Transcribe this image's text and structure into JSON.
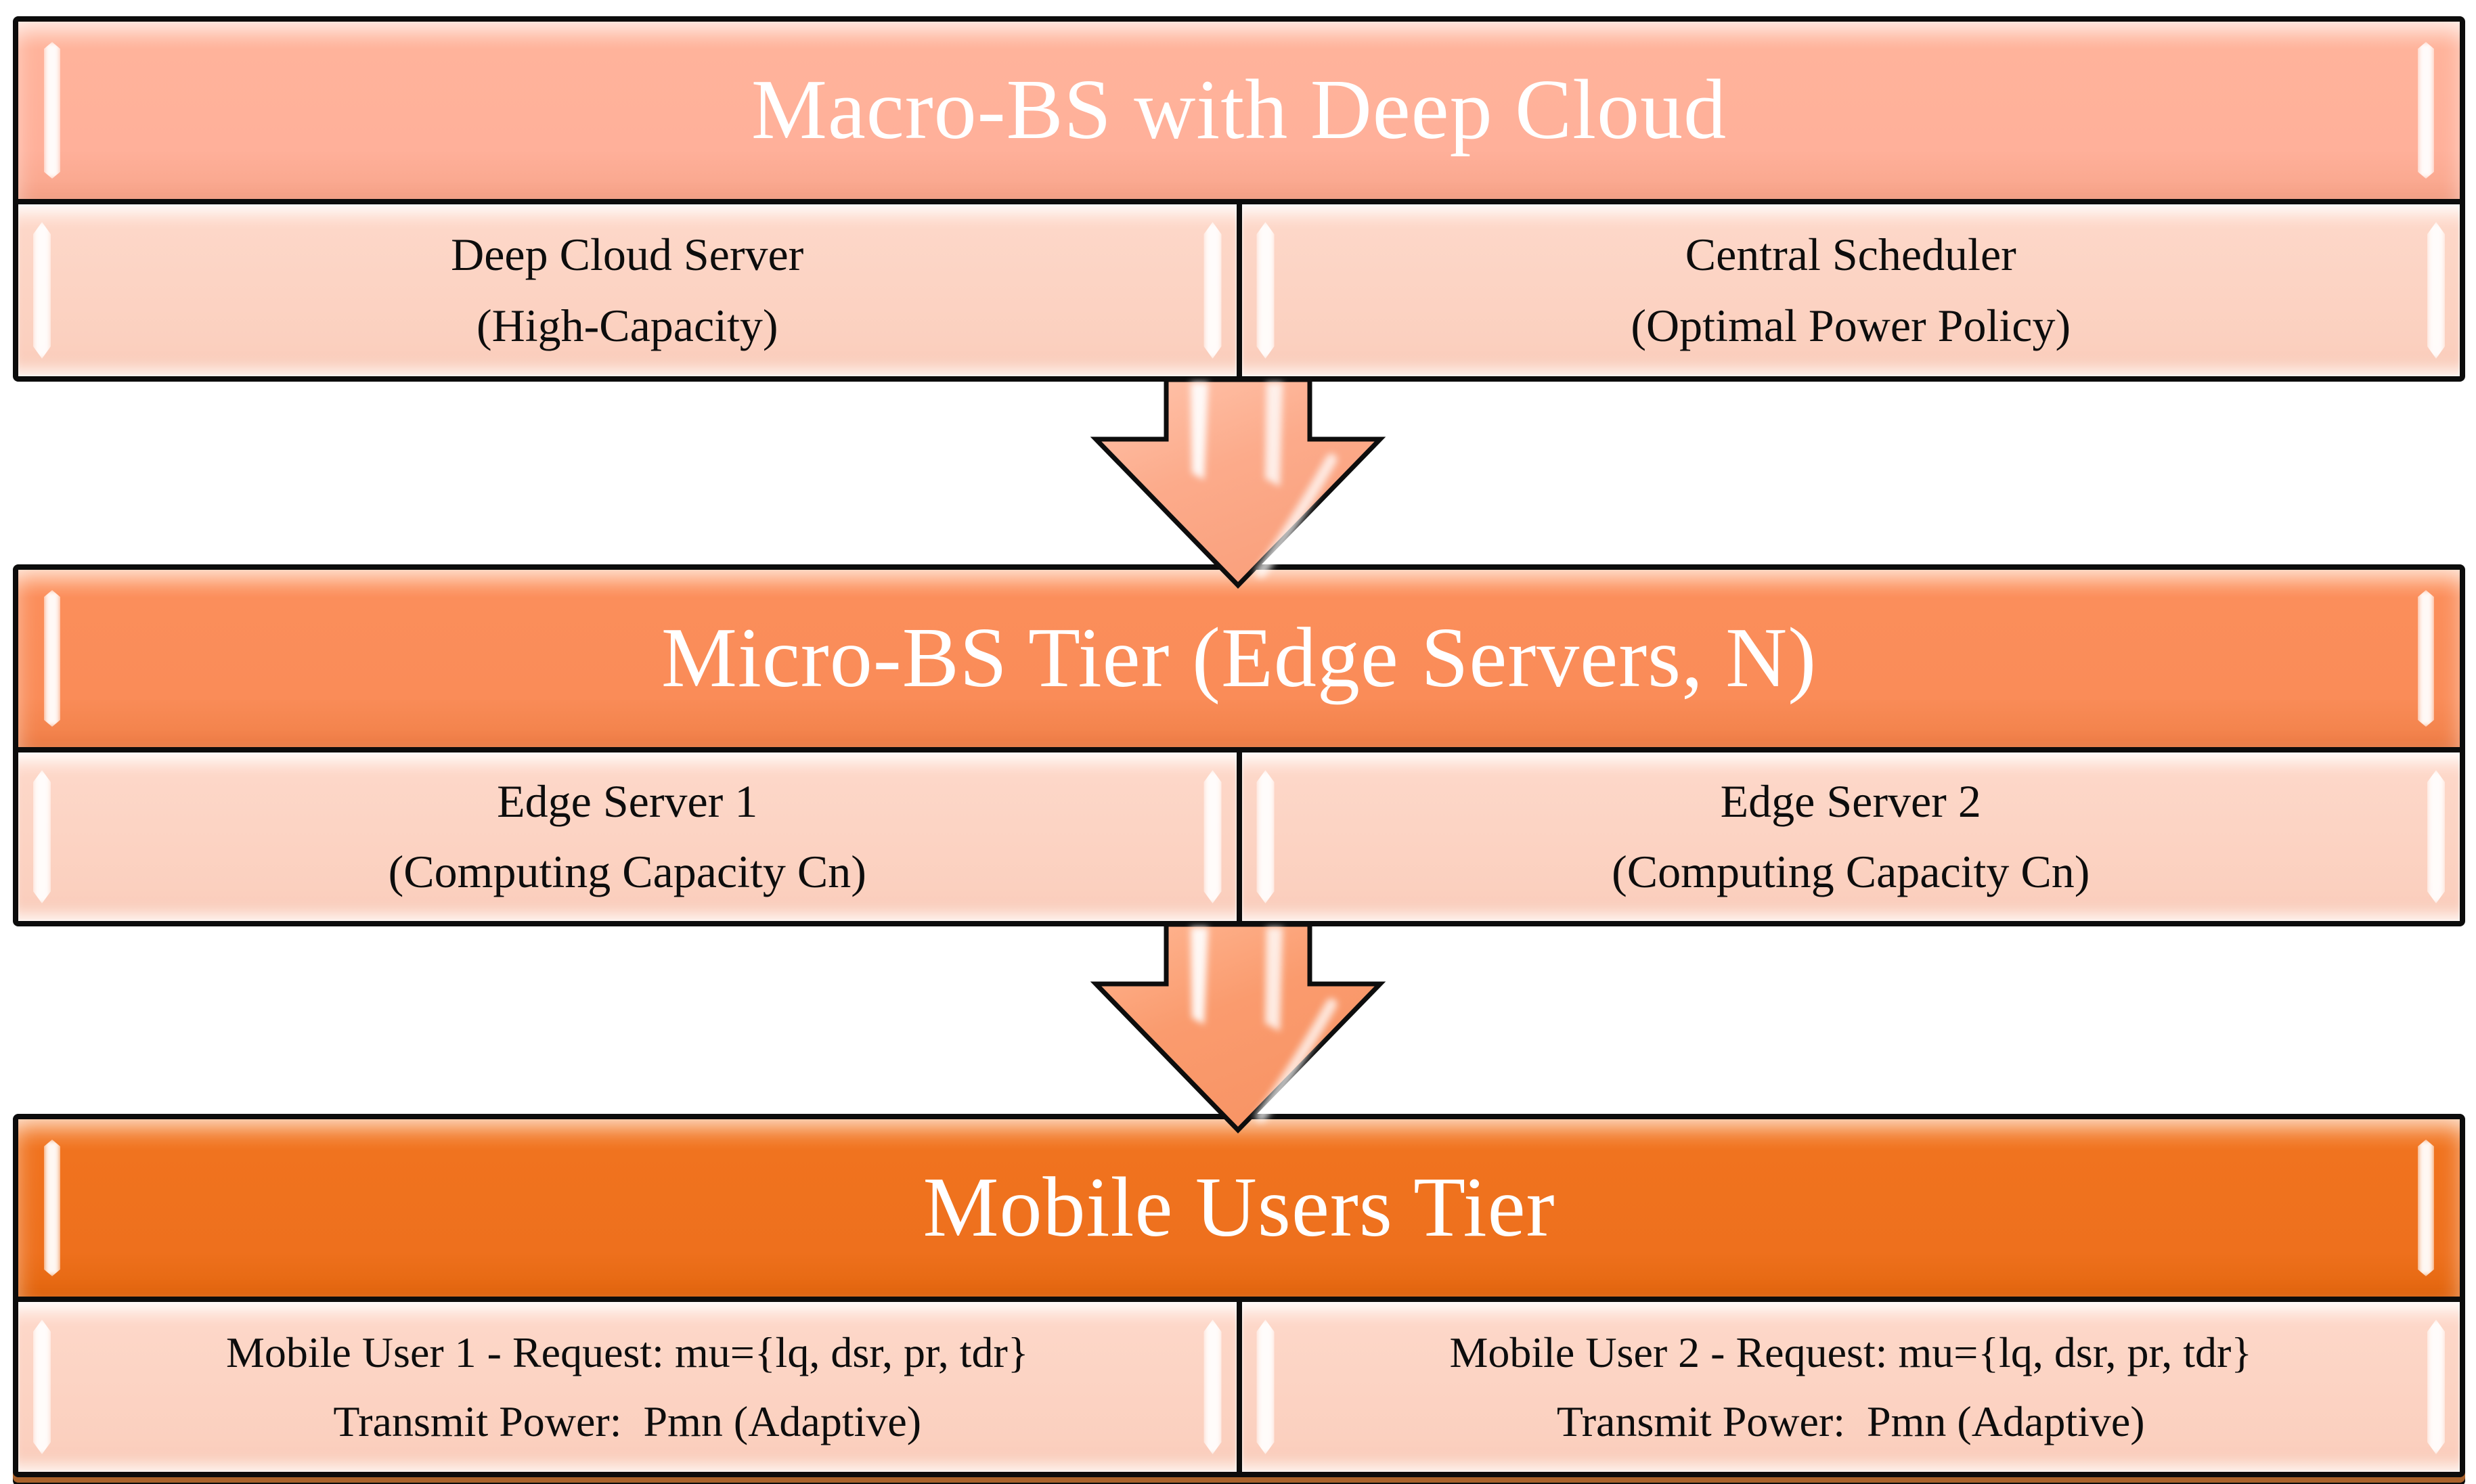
{
  "diagram": {
    "tiers": [
      {
        "header": "Macro-BS with Deep Cloud",
        "cells": [
          {
            "lines": [
              "Deep Cloud Server",
              "(High-Capacity)"
            ]
          },
          {
            "lines": [
              "Central Scheduler",
              "(Optimal Power Policy)"
            ]
          }
        ]
      },
      {
        "header": "Micro-BS Tier (Edge Servers, N)",
        "cells": [
          {
            "lines": [
              "Edge Server 1",
              "(Computing Capacity Cn)"
            ]
          },
          {
            "lines": [
              "Edge Server 2",
              "(Computing Capacity Cn)"
            ]
          }
        ]
      },
      {
        "header": "Mobile Users Tier",
        "cells": [
          {
            "lines": [
              "Mobile User 1 - Request: mu={lq, dsr, pr, tdr}",
              "Transmit Power:  Pmn (Adaptive)"
            ]
          },
          {
            "lines": [
              "Mobile User 2 - Request: mu={lq, dsr, pr, tdr}",
              "Transmit Power:  Pmn (Adaptive)"
            ]
          }
        ]
      }
    ],
    "arrows": [
      {
        "icon": "down-arrow",
        "from": "Macro-BS with Deep Cloud",
        "to": "Micro-BS Tier (Edge Servers, N)"
      },
      {
        "icon": "down-arrow",
        "from": "Micro-BS Tier (Edge Servers, N)",
        "to": "Mobile Users Tier"
      }
    ],
    "colors": {
      "tier1_header_fill": "#ffb39b",
      "tier2_header_fill": "#fb8e5b",
      "tier3_header_fill": "#f0731f",
      "subcell_fill": "#fbd0bf",
      "arrow1_fill": "#fcae8e",
      "arrow2_fill": "#fa9d73",
      "outline": "#0c0c0c",
      "header_text": "#ffffff",
      "cell_text": "#0d0d0d",
      "tier3_bottom_stripe": "#a9622c"
    }
  }
}
